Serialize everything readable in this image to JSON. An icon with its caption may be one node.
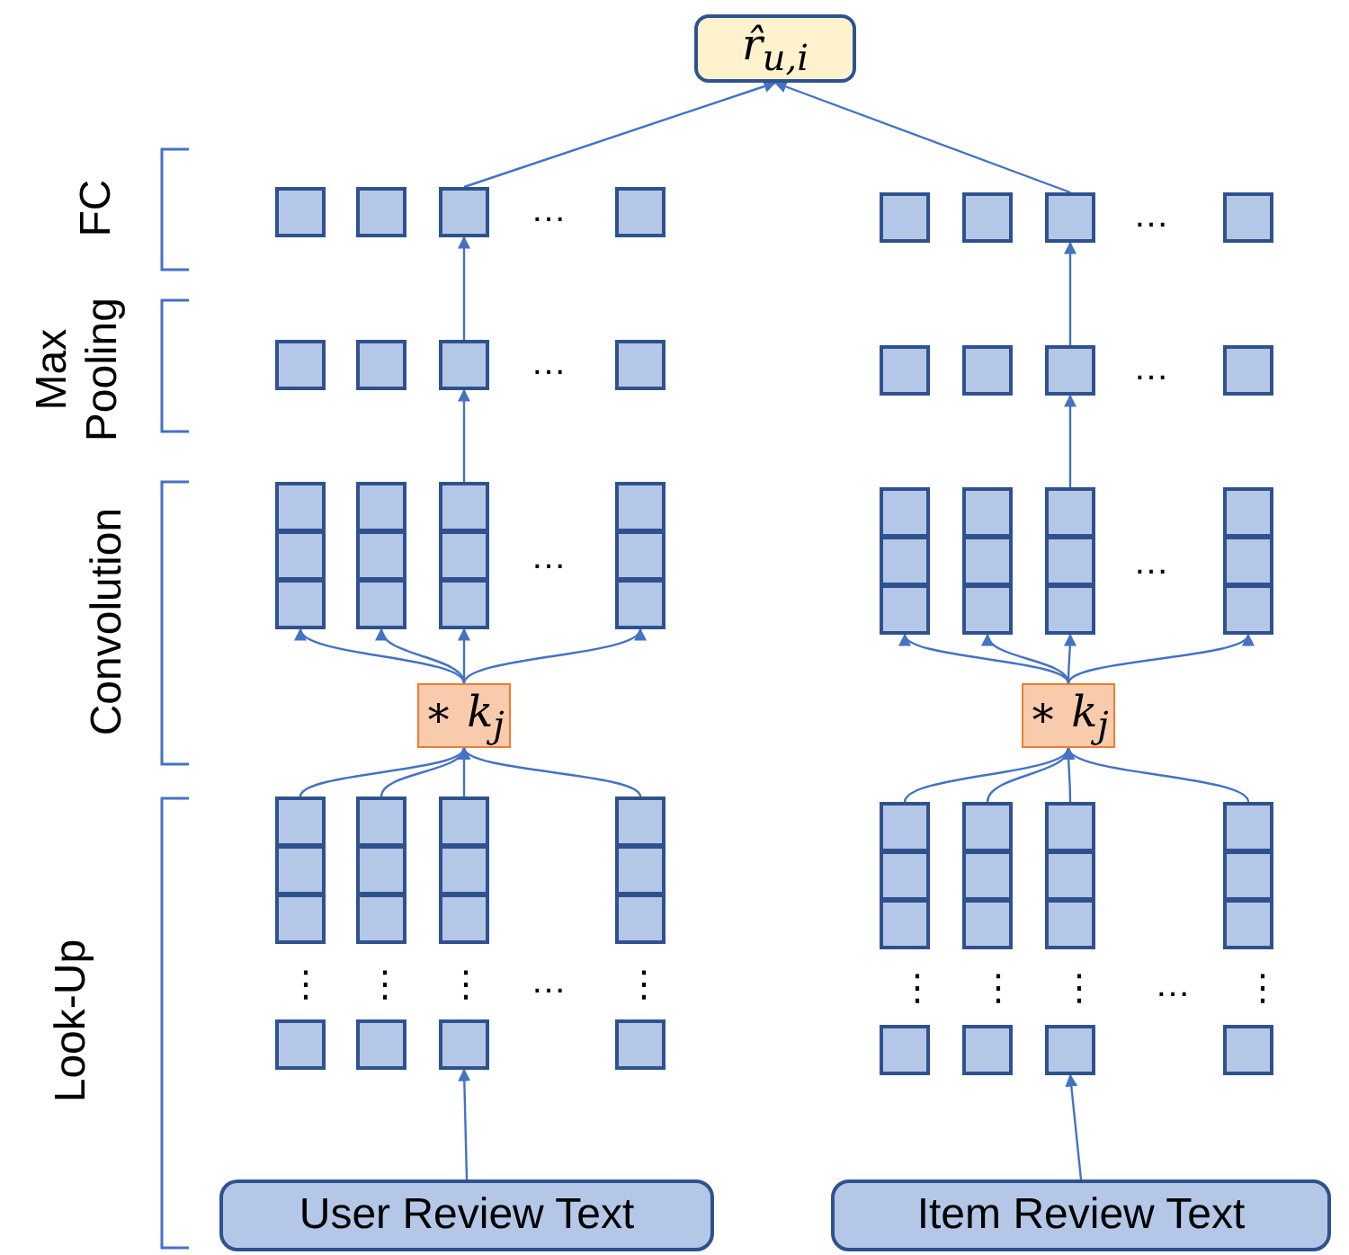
{
  "diagram": {
    "nodes": [
      {
        "text": [
          "r̂$_{u,i}$"
        ]
      },
      {
        "text": [],
        "shape": "box"
      },
      {
        "text": [],
        "shape": "box"
      },
      {
        "text": [],
        "shape": "box"
      },
      {
        "text": [],
        "shape": "box"
      },
      {
        "text": [],
        "shape": "box"
      },
      {
        "text": [],
        "shape": "box"
      },
      {
        "text": [],
        "shape": "box"
      },
      {
        "text": [],
        "shape": "box"
      },
      {
        "text": [],
        "shape": "box"
      },
      {
        "text": [],
        "shape": "box"
      },
      {
        "text": [],
        "shape": "box"
      },
      {
        "text": [],
        "shape": "box"
      },
      {
        "text": [],
        "shape": "box"
      },
      {
        "text": [],
        "shape": "box"
      },
      {
        "text": [],
        "shape": "box"
      },
      {
        "text": [],
        "shape": "box"
      },
      {
        "text": [],
        "shape": "box"
      },
      {
        "text": [],
        "shape": "box"
      },
      {
        "text": [],
        "shape": "box"
      },
      {
        "text": [],
        "shape": "box"
      },
      {
        "text": [],
        "shape": "box"
      },
      {
        "text": [],
        "shape": "box"
      },
      {
        "text": [],
        "shape": "box"
      },
      {
        "text": [],
        "shape": "box"
      },
      {
        "text": [],
        "shape": "box"
      },
      {
        "text": [],
        "shape": "box"
      },
      {
        "text": [],
        "shape": "box"
      },
      {
        "text": [],
        "shape": "box"
      },
      {
        "text": [],
        "shape": "box"
      },
      {
        "text": [],
        "shape": "box"
      },
      {
        "text": [],
        "shape": "box"
      },
      {
        "text": [],
        "shape": "box"
      },
      {
        "text": [],
        "shape": "box"
      },
      {
        "text": [],
        "shape": "box"
      },
      {
        "text": [],
        "shape": "box"
      },
      {
        "text": [],
        "shape": "box"
      },
      {
        "text": [],
        "shape": "box"
      },
      {
        "text": [],
        "shape": "box"
      },
      {
        "text": [],
        "shape": "box"
      },
      {
        "text": [],
        "shape": "box"
      },
      {
        "text": [
          "∗ k$_{j}$"
        ]
      },
      {
        "text": [
          "∗ k$_{j}$"
        ]
      },
      {
        "text": [],
        "shape": "box"
      },
      {
        "text": [],
        "shape": "box"
      },
      {
        "text": [],
        "shape": "box"
      },
      {
        "text": [],
        "shape": "box"
      },
      {
        "text": [],
        "shape": "box"
      },
      {
        "text": [],
        "shape": "box"
      },
      {
        "text": [],
        "shape": "box"
      },
      {
        "text": [],
        "shape": "box"
      },
      {
        "text": [],
        "shape": "box"
      },
      {
        "text": [],
        "shape": "box"
      },
      {
        "text": [],
        "shape": "box"
      },
      {
        "text": [],
        "shape": "box"
      },
      {
        "text": [],
        "shape": "box"
      },
      {
        "text": [],
        "shape": "box"
      },
      {
        "text": [],
        "shape": "box"
      },
      {
        "text": [],
        "shape": "box"
      },
      {
        "text": [],
        "shape": "box"
      },
      {
        "text": [],
        "shape": "box"
      },
      {
        "text": [],
        "shape": "box"
      },
      {
        "text": [],
        "shape": "box"
      },
      {
        "text": [],
        "shape": "box"
      },
      {
        "text": [],
        "shape": "box"
      },
      {
        "text": [],
        "shape": "box"
      },
      {
        "text": [],
        "shape": "box"
      },
      {
        "text": [],
        "shape": "box"
      },
      {
        "text": [],
        "shape": "box"
      },
      {
        "text": [],
        "shape": "box"
      },
      {
        "text": [],
        "shape": "box"
      },
      {
        "text": [],
        "shape": "box"
      },
      {
        "text": [],
        "shape": "box"
      },
      {
        "text": [],
        "shape": "box"
      },
      {
        "text": [],
        "shape": "box"
      },
      {
        "text": [
          "User Review Text"
        ]
      },
      {
        "text": [
          "Item Review Text"
        ]
      }
    ],
    "edges": [
      {
        "from": 75,
        "to": 69,
        "arrow": "to"
      },
      {
        "from": 76,
        "to": 73,
        "arrow": "to"
      },
      {
        "from": 43,
        "to": 41,
        "arrow": "to"
      },
      {
        "from": 44,
        "to": 41,
        "arrow": "to"
      },
      {
        "from": 45,
        "to": 41,
        "arrow": "to"
      },
      {
        "from": 46,
        "to": 41,
        "arrow": "to"
      },
      {
        "from": 47,
        "to": 42,
        "arrow": "to"
      },
      {
        "from": 48,
        "to": 42,
        "arrow": "to"
      },
      {
        "from": 49,
        "to": 42,
        "arrow": "to"
      },
      {
        "from": 50,
        "to": 42,
        "arrow": "to"
      },
      {
        "from": 41,
        "to": 33,
        "arrow": "to"
      },
      {
        "from": 41,
        "to": 34,
        "arrow": "to"
      },
      {
        "from": 41,
        "to": 35,
        "arrow": "to"
      },
      {
        "from": 41,
        "to": 36,
        "arrow": "to"
      },
      {
        "from": 42,
        "to": 37,
        "arrow": "to"
      },
      {
        "from": 42,
        "to": 38,
        "arrow": "to"
      },
      {
        "from": 42,
        "to": 39,
        "arrow": "to"
      },
      {
        "from": 42,
        "to": 40,
        "arrow": "to"
      },
      {
        "from": 19,
        "to": 11,
        "arrow": "to"
      },
      {
        "from": 23,
        "to": 15,
        "arrow": "to"
      },
      {
        "from": 11,
        "to": 3,
        "arrow": "to"
      },
      {
        "from": 15,
        "to": 7,
        "arrow": "to"
      },
      {
        "from": 3,
        "to": 0,
        "arrow": "to"
      },
      {
        "from": 7,
        "to": 0,
        "arrow": "to"
      }
    ],
    "labels": [
      "FC",
      "…",
      "…",
      "Max Pooling",
      "…",
      "…",
      "Convolution",
      "…",
      "…",
      "Look-Up",
      "⋮",
      "⋮",
      "⋮",
      "…",
      "⋮",
      "⋮",
      "⋮",
      "⋮",
      "…",
      "⋮"
    ]
  }
}
